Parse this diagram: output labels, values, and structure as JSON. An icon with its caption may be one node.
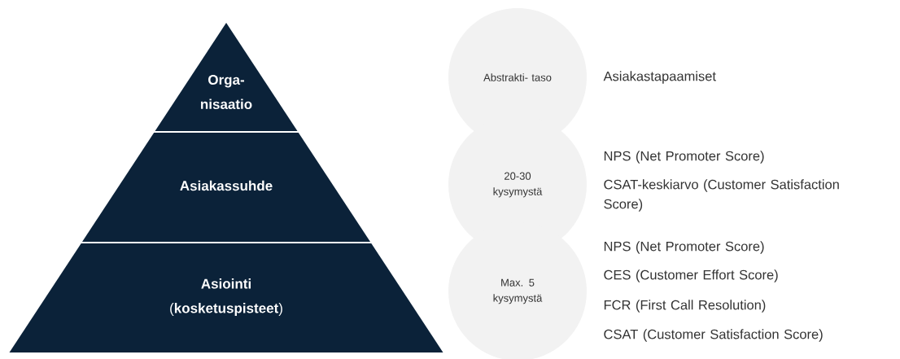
{
  "diagram": {
    "nodes": [
      {
        "text": [
          "Orga- nisaatio"
        ]
      },
      {
        "text": [
          "Asiakassuhde"
        ]
      },
      {
        "text": [
          "**Asiointi** (**kosketuspisteet**)"
        ]
      },
      {
        "text": [
          "Abstrakti- taso"
        ],
        "beside": [
          "Asiakastapaamiset"
        ]
      },
      {
        "text": [
          "20-30 kysymystä"
        ],
        "beside": [
          "NPS (Net Promoter Score)",
          "CSAT-keskiarvo (Customer Satisfaction Score)"
        ]
      },
      {
        "text": [
          "Max. 5 kysymystä"
        ],
        "beside": [
          "NPS (Net Promoter Score)",
          "CES (Customer Effort Score)",
          "FCR (First Call Resolution)",
          "CSAT (Customer Satisfaction Score)"
        ]
      }
    ]
  }
}
